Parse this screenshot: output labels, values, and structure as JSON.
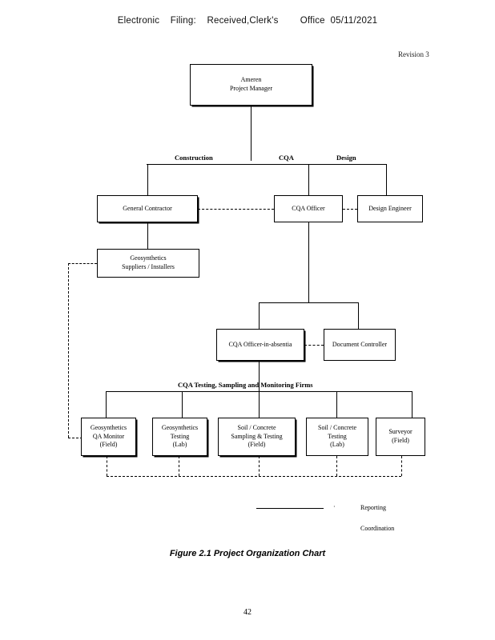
{
  "header": {
    "filing_stamp": "Electronic    Filing:    Received,Clerk's        Office  05/11/2021",
    "revision": "Revision 3"
  },
  "chart_data": {
    "type": "diagram",
    "title": "Project Organization Chart",
    "nodes": [
      {
        "id": "ameren",
        "label": "Ameren\nProject Manager",
        "level": 0
      },
      {
        "id": "general-contractor",
        "label": "General Contractor",
        "level": 2
      },
      {
        "id": "cqa-officer",
        "label": "CQA Officer",
        "level": 2
      },
      {
        "id": "design-engineer",
        "label": "Design Engineer",
        "level": 2
      },
      {
        "id": "geosynthetics-suppliers",
        "label": "Geosynthetics\nSuppliers / Installers",
        "level": 3
      },
      {
        "id": "cqa-officer-in-absentia",
        "label": "CQA Officer-in-absentia",
        "level": 4
      },
      {
        "id": "document-controller",
        "label": "Document Controller",
        "level": 4
      },
      {
        "id": "geosynthetics-qa-monitor",
        "label": "Geosynthetics\nQA Monitor\n(Field)",
        "level": 6
      },
      {
        "id": "geosynthetics-testing",
        "label": "Geosynthetics\nTesting\n(Lab)",
        "level": 6
      },
      {
        "id": "soil-concrete-sampling",
        "label": "Soil / Concrete\nSampling & Testing\n(Field)",
        "level": 6
      },
      {
        "id": "soil-concrete-testing",
        "label": "Soil / Concrete\nTesting\n(Lab)",
        "level": 6
      },
      {
        "id": "surveyor",
        "label": "Surveyor\n(Field)",
        "level": 6
      }
    ],
    "branch_labels": [
      "Construction",
      "CQA",
      "Design"
    ],
    "section_heading": "CQA Testing, Sampling and Monitoring Firms",
    "legend": [
      {
        "style": "solid",
        "label": "Reporting"
      },
      {
        "style": "dashed",
        "label": "Coordination"
      }
    ],
    "edges": [
      {
        "from": "ameren",
        "to": "general-contractor",
        "style": "solid"
      },
      {
        "from": "ameren",
        "to": "cqa-officer",
        "style": "solid"
      },
      {
        "from": "ameren",
        "to": "design-engineer",
        "style": "solid"
      },
      {
        "from": "general-contractor",
        "to": "geosynthetics-suppliers",
        "style": "solid"
      },
      {
        "from": "general-contractor",
        "to": "cqa-officer",
        "style": "dashed"
      },
      {
        "from": "cqa-officer",
        "to": "design-engineer",
        "style": "dashed"
      },
      {
        "from": "cqa-officer",
        "to": "cqa-officer-in-absentia",
        "style": "solid"
      },
      {
        "from": "cqa-officer",
        "to": "document-controller",
        "style": "solid"
      },
      {
        "from": "cqa-officer-in-absentia",
        "to": "document-controller",
        "style": "dashed"
      },
      {
        "from": "cqa-officer-in-absentia",
        "to": "geosynthetics-qa-monitor",
        "style": "solid"
      },
      {
        "from": "cqa-officer-in-absentia",
        "to": "geosynthetics-testing",
        "style": "solid"
      },
      {
        "from": "cqa-officer-in-absentia",
        "to": "soil-concrete-sampling",
        "style": "solid"
      },
      {
        "from": "cqa-officer-in-absentia",
        "to": "soil-concrete-testing",
        "style": "solid"
      },
      {
        "from": "cqa-officer-in-absentia",
        "to": "surveyor",
        "style": "solid"
      },
      {
        "from": "geosynthetics-suppliers",
        "to": "geosynthetics-qa-monitor",
        "style": "dashed"
      }
    ]
  },
  "caption": "Figure 2.1  Project Organization Chart",
  "page_number": "42"
}
